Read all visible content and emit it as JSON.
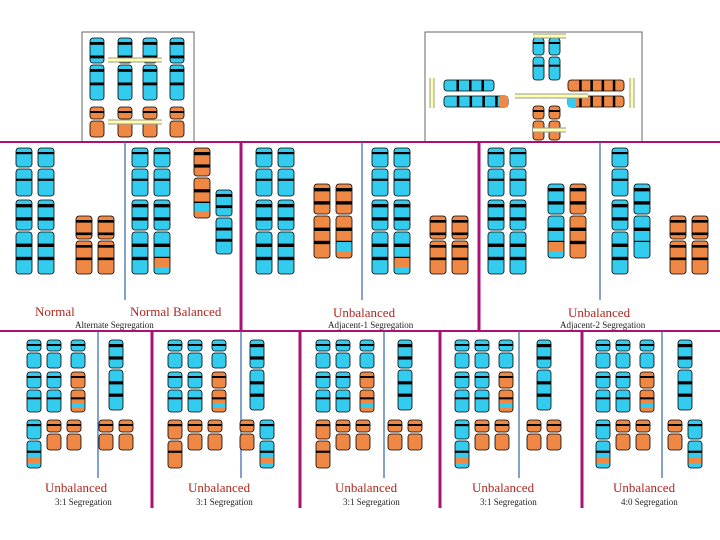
{
  "colors": {
    "normal_chromosome": "#33ccee",
    "derivative_chromosome": "#ee8844",
    "band": "#000000",
    "divider_magenta": "#aa1177",
    "divider_blue": "#3366aa",
    "label_red": "#b3261e",
    "pairing_arrow": "#ffffaa"
  },
  "labels": {
    "normal": "Normal",
    "normal_balanced": "Normal Balanced",
    "alternate": "Alternate Segregation",
    "unbalanced_adj1": "Unbalanced",
    "adjacent1": "Adjacent-1 Segregation",
    "unbalanced_adj2": "Unbalanced",
    "adjacent2": "Adjacent-2 Segregation",
    "bottom": [
      {
        "title": "Unbalanced",
        "sub": "3:1 Segregation"
      },
      {
        "title": "Unbalanced",
        "sub": "3:1 Segregation"
      },
      {
        "title": "Unbalanced",
        "sub": "3:1 Segregation"
      },
      {
        "title": "Unbalanced",
        "sub": "3:1 Segregation"
      },
      {
        "title": "Unbalanced",
        "sub": "4:0 Segregation"
      }
    ]
  }
}
